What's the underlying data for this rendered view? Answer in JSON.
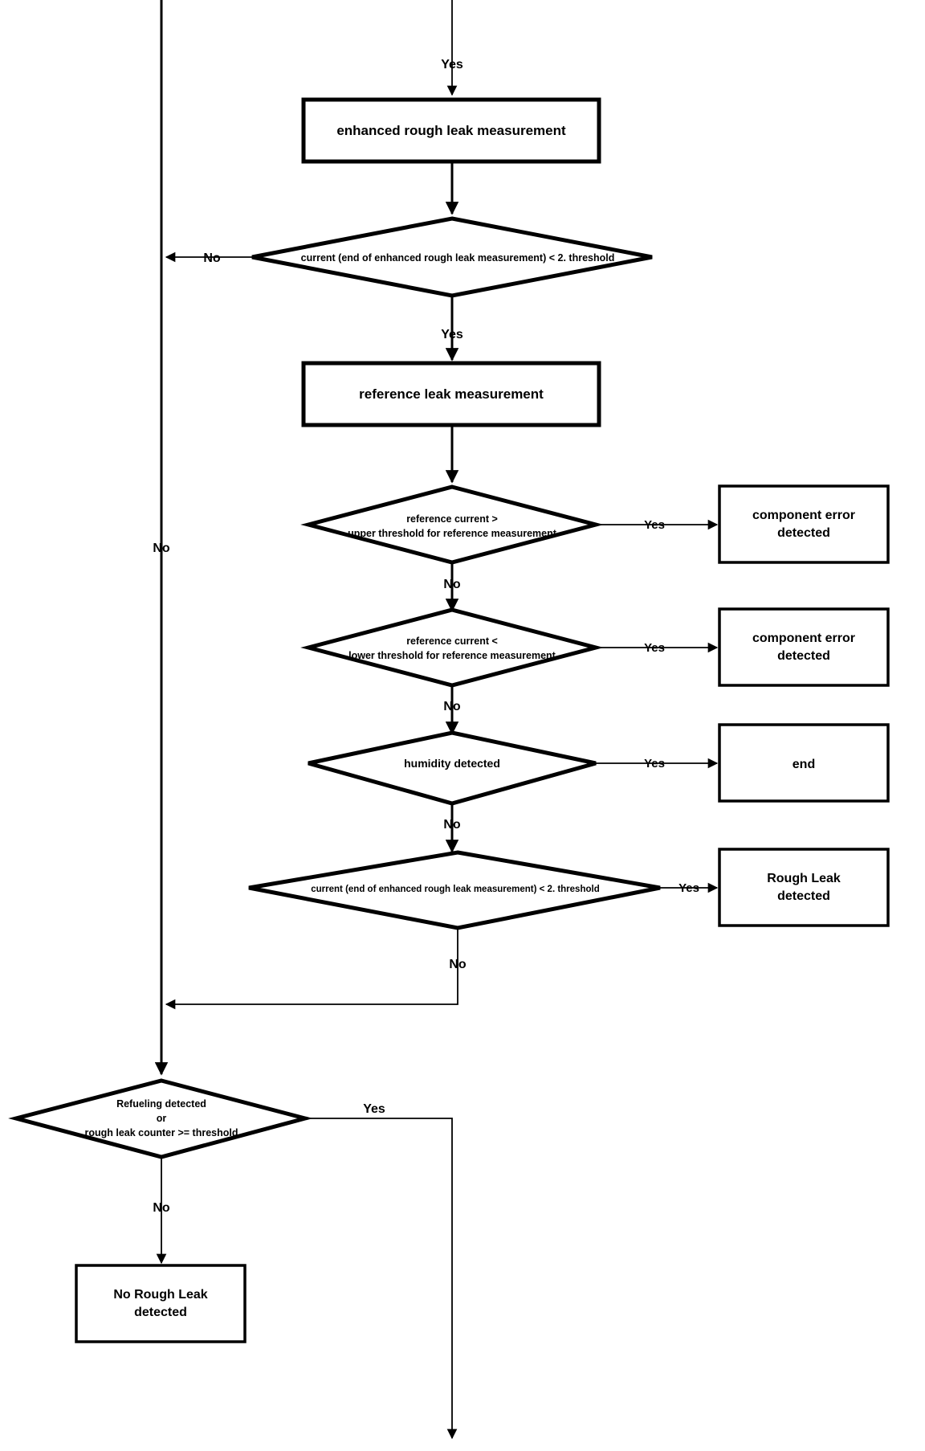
{
  "diagram": {
    "title": "Rough Leak Detection Flowchart",
    "type": "flowchart",
    "colors": {
      "stroke": "#000000",
      "fill": "#ffffff",
      "text": "#000000"
    }
  },
  "nodes": {
    "enhanced_rough_leak_measurement": {
      "label": "enhanced rough leak measurement",
      "shape": "process"
    },
    "reference_leak_measurement": {
      "label": "reference leak measurement",
      "shape": "process"
    },
    "decision_current_1": {
      "label": "current (end of enhanced rough leak measurement) < 2. threshold",
      "shape": "decision"
    },
    "decision_ref_upper": {
      "line1": "reference current  >",
      "line2": "upper threshold for reference measurement",
      "shape": "decision"
    },
    "decision_ref_lower": {
      "line1": "reference current  <",
      "line2": "lower threshold for reference measurement",
      "shape": "decision"
    },
    "decision_humidity": {
      "label": "humidity detected",
      "shape": "decision"
    },
    "decision_current_2": {
      "label": "current (end of enhanced rough leak measurement) < 2. threshold",
      "shape": "decision"
    },
    "decision_refueling": {
      "line1": "Refueling detected",
      "line2": "or",
      "line3": "rough leak counter >= threshold",
      "shape": "decision"
    },
    "component_error_1": {
      "line1": "component error",
      "line2": "detected",
      "shape": "terminal"
    },
    "component_error_2": {
      "line1": "component error",
      "line2": "detected",
      "shape": "terminal"
    },
    "end_node": {
      "label": "end",
      "shape": "terminal"
    },
    "rough_leak_detected": {
      "line1": "Rough Leak",
      "line2": "detected",
      "shape": "terminal"
    },
    "no_rough_leak_detected": {
      "line1": "No Rough Leak",
      "line2": "detected",
      "shape": "terminal"
    }
  },
  "edge_labels": {
    "yes_top": "Yes",
    "no_current1": "No",
    "yes_current1": "Yes",
    "yes_ref_upper": "Yes",
    "no_ref_upper": "No",
    "yes_ref_lower": "Yes",
    "no_ref_lower": "No",
    "yes_humidity": "Yes",
    "no_humidity": "No",
    "yes_current2": "Yes",
    "no_current2": "No",
    "no_left_rail": "No",
    "yes_refueling": "Yes",
    "no_refueling": "No"
  }
}
